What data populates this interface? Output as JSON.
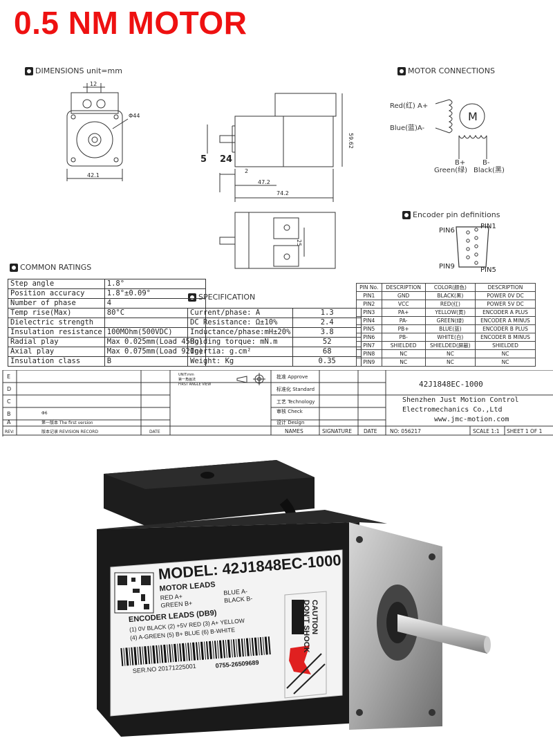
{
  "title": "0.5 NM MOTOR",
  "sections": {
    "dimensions": "DIMENSIONS unit=mm",
    "motor_connections": "MOTOR CONNECTIONS",
    "encoder_pins": "Encoder pin definitions",
    "common_ratings": "COMMON RATINGS",
    "specification": "SPECIFICATION"
  },
  "dimensions": {
    "d12": "12",
    "d44": "Φ44",
    "d42_1": "42.1",
    "d59_62": "59.62",
    "d5": "5",
    "d24": "24",
    "d2": "2",
    "d47_2": "47.2",
    "d74_2": "74.2",
    "d25": "25"
  },
  "motor_connections": {
    "red": "Red(红) A+",
    "blue": "Blue(蓝)A-",
    "motor_symbol": "M",
    "b_plus": "B+",
    "b_minus": "B-",
    "green": "Green(绿)",
    "black": "Black(黑)"
  },
  "encoder_connector": {
    "pin6": "PIN6",
    "pin1": "PIN1",
    "pin9": "PIN9",
    "pin5": "PIN5"
  },
  "common_ratings": [
    [
      "Step angle",
      "1.8°"
    ],
    [
      "Position accuracy",
      "1.8°±0.09°"
    ],
    [
      "Number of phase",
      "4"
    ],
    [
      "Temp rise(Max)",
      "80°C"
    ],
    [
      "Dielectric strength",
      ""
    ],
    [
      "Insulation resistance",
      "100MOhm(500VDC)"
    ],
    [
      "Radial play",
      "Max 0.025mm(Load 450g)"
    ],
    [
      "Axial play",
      "Max 0.075mm(Load 920g)"
    ],
    [
      "Insulation class",
      "B"
    ]
  ],
  "specification": [
    [
      "Current/phase: A",
      "1.3"
    ],
    [
      "DC Resistance: Ω±10%",
      "2.4"
    ],
    [
      "Inductance/phase:mH±20%",
      "3.8"
    ],
    [
      "Holding torque: mN.m",
      "52"
    ],
    [
      "Inertia: g.cm²",
      "68"
    ],
    [
      "Weight: Kg",
      "0.35"
    ]
  ],
  "pin_table": {
    "headers": [
      "PIN No.",
      "DESCRIPTION",
      "COLOR(颜色)",
      "DESCRIPTION"
    ],
    "rows": [
      [
        "PIN1",
        "GND",
        "BLACK(黑)",
        "POWER 0V DC"
      ],
      [
        "PIN2",
        "VCC",
        "RED(红)",
        "POWER 5V DC"
      ],
      [
        "PIN3",
        "PA+",
        "YELLOW(黄)",
        "ENCODER A PLUS"
      ],
      [
        "PIN4",
        "PA-",
        "GREEN(绿)",
        "ENCODER A MINUS"
      ],
      [
        "PIN5",
        "PB+",
        "BLUE(蓝)",
        "ENCODER B PLUS"
      ],
      [
        "PIN6",
        "PB-",
        "WHITE(白)",
        "ENCODER B MINUS"
      ],
      [
        "PIN7",
        "SHIELDED",
        "SHIELDED(屏蔽)",
        "SHIELDED"
      ],
      [
        "PIN8",
        "NC",
        "NC",
        "NC"
      ],
      [
        "PIN9",
        "NC",
        "NC",
        "NC"
      ]
    ]
  },
  "title_block": {
    "rev_letters": [
      "E",
      "D",
      "C",
      "B",
      "A"
    ],
    "rev_b_note": "Φ6",
    "rev_a_note": "第一版本 The first version",
    "rev_label": "REV:",
    "revision_record": "版本记录 REVISION RECORD",
    "date": "DATE",
    "unit": "UNIT:mm",
    "projection_cn": "第一角画法",
    "projection": "FIRST ANGLE VIEW",
    "approve": "批准 Approve",
    "standard": "标准化 Standard",
    "technology": "工艺 Technology",
    "check": "审核 Check",
    "design": "设计 Design",
    "names": "NAMES",
    "signature": "SIGNATURE",
    "date2": "DATE",
    "part_no": "42J1848EC-1000",
    "company1": "Shenzhen Just Motion Control",
    "company2": "Electromechanics Co.,Ltd",
    "website": "www.jmc-motion.com",
    "drawing_no": "NO: 056217",
    "scale": "SCALE 1:1",
    "sheet": "SHEET 1 OF 1"
  },
  "product_label": {
    "model": "MODEL: 42J1848EC-1000",
    "motor_leads": "MOTOR LEADS",
    "red": "RED A+",
    "green": "GREEN  B+",
    "blue": "BLUE  A-",
    "black": "BLACK  B-",
    "encoder_leads": "ENCODER LEADS (DB9)",
    "enc_line1": "(1) 0V BLACK  (2) +5V RED  (3) A+ YELLOW",
    "enc_line2": "(4) A-GREEN  (5) B+ BLUE  (6) B-WHITE",
    "serial": "SER.NO 20171225001",
    "phone": "0755-26509689",
    "caution": "CAUTION",
    "dont_shock": "DON'T SHOCK"
  }
}
